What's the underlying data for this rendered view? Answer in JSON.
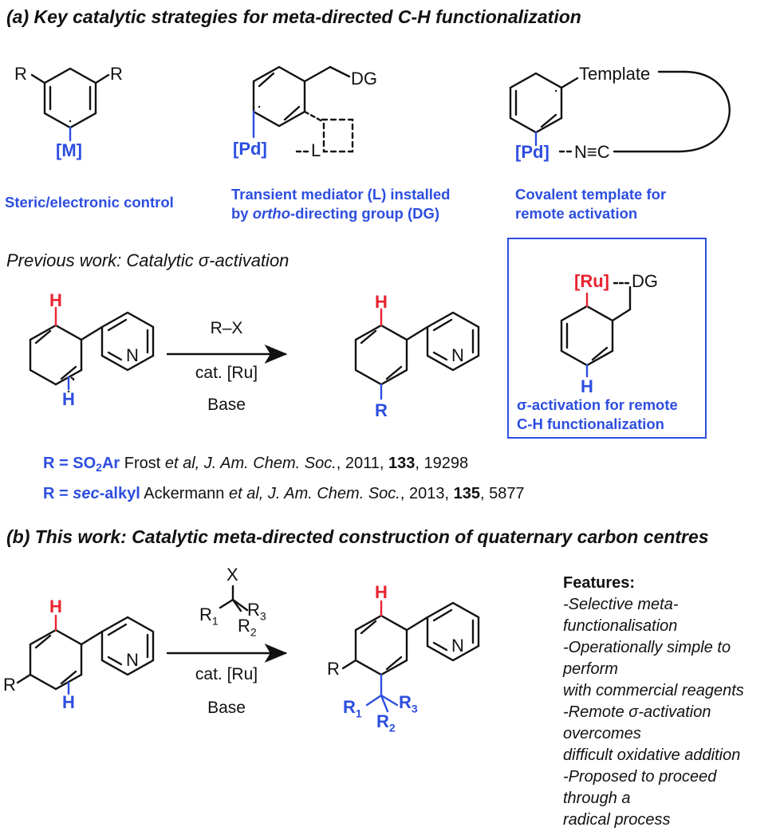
{
  "section_a": {
    "heading": "(a) Key catalytic strategies for meta-directed C-H functionalization",
    "captions": {
      "steric": "Steric/electronic control",
      "transient_1": "Transient mediator (L) installed",
      "transient_2_pre": "by ",
      "transient_2_it": "ortho",
      "transient_2_post": "-directing group (DG)",
      "covalent_1": "Covalent template for",
      "covalent_2": "remote activation"
    },
    "labels": {
      "r": "R",
      "m": "[M]",
      "pd": "[Pd]",
      "dg": "DG",
      "l": "L",
      "template": "Template",
      "nitrile": "N≡C"
    }
  },
  "previous": {
    "label_pre": "Previous work: Catalytic ",
    "label_sigma": "σ",
    "label_post": "-activation",
    "reagent": "R–X",
    "catalyst": "cat. [Ru]",
    "base": "Base",
    "h": "H",
    "n": "N",
    "r": "R",
    "box": {
      "ru": "[Ru]",
      "dg": "DG",
      "h": "H",
      "caption_1": "σ-activation for remote",
      "caption_2": "C-H functionalization"
    },
    "citations": [
      {
        "r_prefix": "R = ",
        "group_pre": "SO",
        "group_sub": "2",
        "group_post": "Ar",
        "authors": " Frost ",
        "etal": "et al",
        "journal": ", J. Am. Chem. Soc.",
        "year": ", 2011, ",
        "volume": "133",
        "pages": ", 19298"
      },
      {
        "r_prefix": "R = ",
        "group_it": "sec",
        "group_post": "-alkyl",
        "authors": " Ackermann ",
        "etal": "et al",
        "journal": ", J. Am. Chem. Soc.",
        "year": ", 2013, ",
        "volume": "135",
        "pages": ", 5877"
      }
    ]
  },
  "section_b": {
    "heading": "(b) This work: Catalytic meta-directed construction of quaternary carbon centres",
    "reagent_x": "X",
    "r1": "R",
    "r2": "R",
    "r3": "R",
    "sub1": "1",
    "sub2": "2",
    "sub3": "3",
    "catalyst": "cat. [Ru]",
    "base": "Base",
    "h": "H",
    "n": "N",
    "r": "R",
    "features": {
      "title": "Features:",
      "items": [
        "-Selective meta-functionalisation",
        "-Operationally simple to perform",
        "with commercial reagents",
        "-Remote σ-activation overcomes",
        "difficult oxidative addition",
        "-Proposed to proceed through a",
        "radical process"
      ]
    }
  },
  "colors": {
    "blue": "#2d4ee0",
    "red": "#e8232f",
    "black": "#111111"
  }
}
